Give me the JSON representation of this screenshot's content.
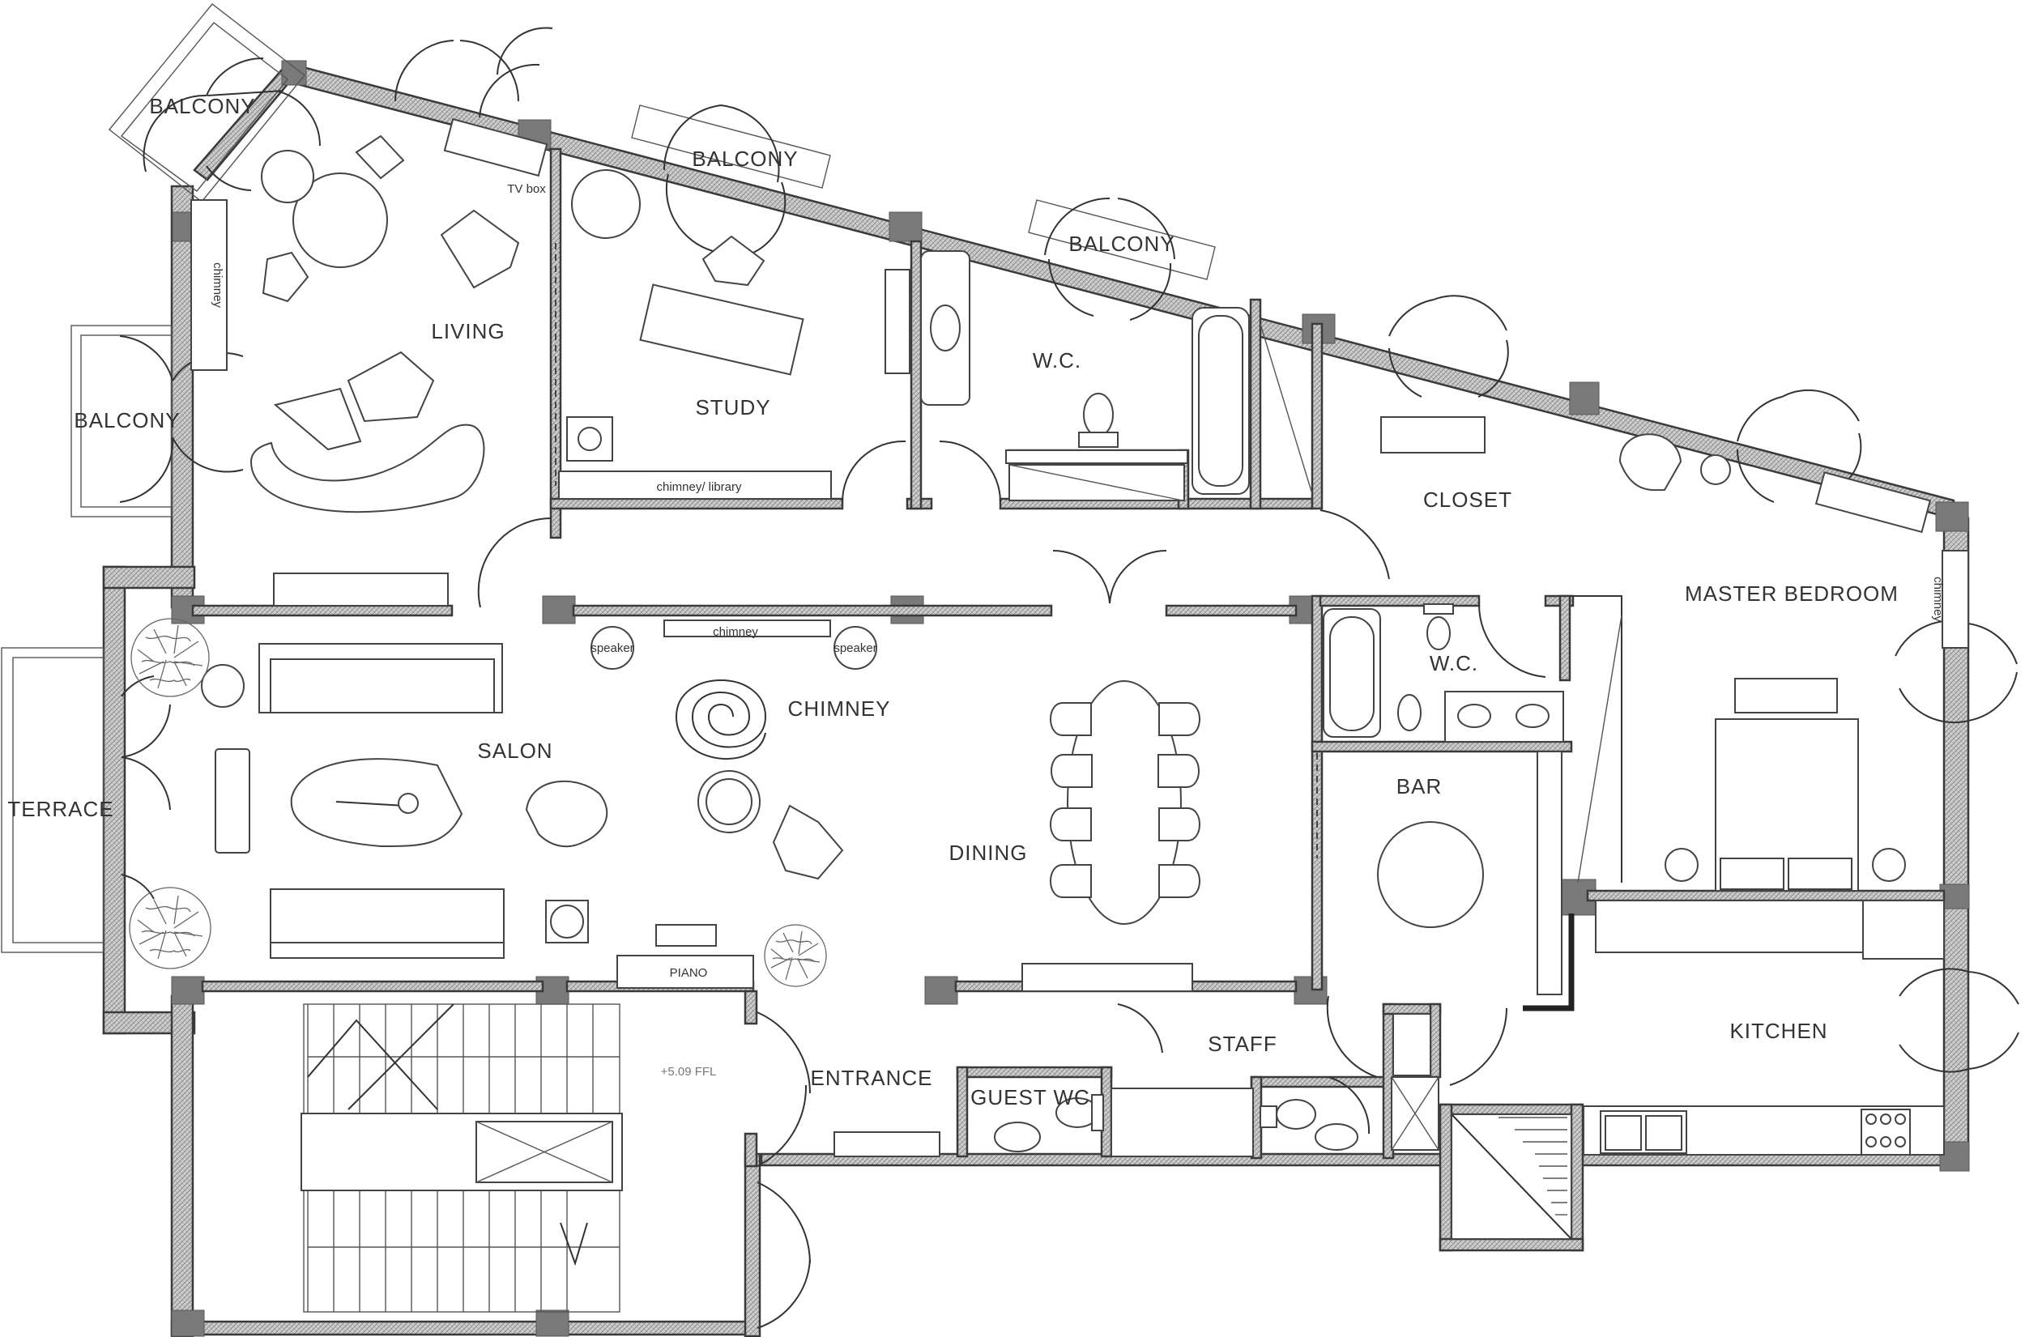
{
  "rooms": {
    "living": "LIVING",
    "study": "STUDY",
    "wc_top": "W.C.",
    "closet": "CLOSET",
    "master_bedroom": "MASTER BEDROOM",
    "salon": "SALON",
    "chimney_room": "CHIMNEY",
    "dining": "DINING",
    "wc_mid": "W.C.",
    "bar": "BAR",
    "kitchen": "KITCHEN",
    "staff": "STAFF",
    "entrance": "ENTRANCE",
    "guest_wc": "GUEST WC",
    "terrace": "TERRACE",
    "balcony_nw": "BALCONY",
    "balcony_w": "BALCONY",
    "balcony_study": "BALCONY",
    "balcony_wc": "BALCONY"
  },
  "labels": {
    "tv_box": "TV box",
    "chimney_living": "chimney",
    "chimney_library": "chimney/ library",
    "chimney_salon": "chimney",
    "chimney_bedroom": "chimney",
    "speaker_left": "speaker",
    "speaker_right": "speaker",
    "piano": "PIANO",
    "level": "+5.09  FFL"
  }
}
